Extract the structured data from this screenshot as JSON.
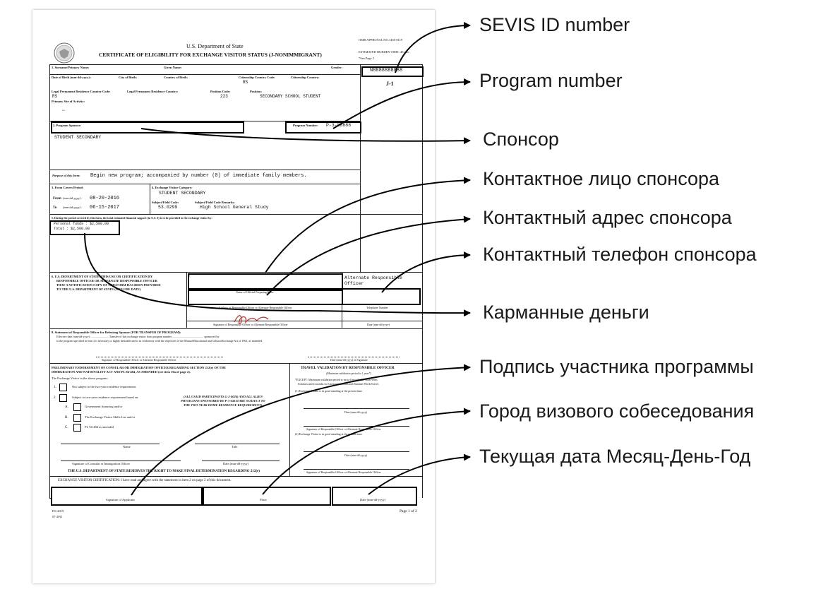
{
  "form": {
    "omb": "OMB APPROVAL NO.1405-0119",
    "burden": "ESTIMATED BURDEN TIME: 45 min",
    "see_page": "*See Page 2",
    "department": "U.S. Department of State",
    "title": "CERTIFICATE OF ELIGIBILITY FOR EXCHANGE VISITOR STATUS (J-NONIMMIGRANT)",
    "sevis_id": "N8888888888",
    "visa_type": "J-1",
    "section1": {
      "surname": "1. Surname/Primary Name:",
      "given": "Given Name:",
      "gender": "Gender:",
      "dob": "Date of Birth (mm-dd-yyyy) :",
      "city_birth": "City of Birth:",
      "country_birth": "Country of Birth:",
      "citizenship_code": "Citizenship Country Code:",
      "citizenship_code_value": "RS",
      "citizenship_country": "Citizenship Country:",
      "lpr_code": "Legal Permanent Residence Country Code:",
      "lpr_code_value": "RS",
      "lpr_country": "Legal Permanent Residence Country:",
      "position_code": "Position Code:",
      "position_code_value": "223",
      "position": "Position:",
      "position_value": "SECONDARY SCHOOL STUDENT",
      "primary_site": "Primary Site of Activity:",
      "primary_site_value": "~"
    },
    "section2": {
      "sponsor_label": "2. Program Sponsor:",
      "program_number_label": "Program Number:",
      "program_number_value": "P-3-88888",
      "sponsor_value": "STUDENT SECONDARY"
    },
    "purpose_label": "Purpose of this form:",
    "purpose_value": "Begin new program; accompanied by number (0) of immediate family members.",
    "section3": {
      "label": "3. Form Covers Period:",
      "from_label": "From",
      "from_fmt": "(mm-dd-yyyy) :",
      "from_value": "08-20-2016",
      "to_label": "To",
      "to_fmt": "(mm-dd-yyyy) :",
      "to_value": "06-15-2017"
    },
    "section4": {
      "label": "4. Exchange Visitor Category:",
      "category_value": "STUDENT SECONDARY",
      "subject_code_label": "Subject/Field Code:",
      "subject_code_value": "53.0299",
      "remarks_label": "Subject/Field Code Remarks:",
      "remarks_value": "High School General Study"
    },
    "section5": {
      "label": "5. During the period covered by this form, the total estimated financial support (in U.S. $) is to be provided to the exchange visitor by:",
      "line1": "Personal funds : $2,500.00",
      "line2": "Total : $2,500.00"
    },
    "section6": {
      "text1": "6. U.S. DEPARTMENT OF STATE: THIS USE OR CERTIFICATION BY",
      "text2": "RESPONSIBLE OFFICER OR ALTERNATE RESPONSIBLE OFFICER",
      "text3": "THAT A NOTIFICATION COPY OF THIS FORM HAS BEEN PROVIDED",
      "text4": "TO THE U.S. DEPARTMENT OF STATE (INCLUDE DATE).",
      "num": "7.",
      "officer_type": "Alternate Responsible Officer",
      "name_caption": "Name of Official Preparing Form",
      "address_caption": "Address of Responsible Officer or Alternate Responsible Officer",
      "phone_caption": "Telephone Number",
      "signature_caption": "Signature of Responsible Officer or Alternate Responsible Officer",
      "date_caption": "Date (mm-dd-yyyy)"
    },
    "section8": {
      "title": "8. Statement of Responsible Officer for Releasing Sponsor (FOR TRANSFER OF PROGRAM):",
      "line1": "Effective date (mm-dd-yyyy): ......................... Transfer of this exchange visitor from program number ............................................ sponsored by",
      "line2": "to the program specified in item 2 is necessary or highly desirable and is in conformity with the objectives of the Mutual Educational and Cultural Exchange Act of 1961, as amended.",
      "sig_caption": "Signature of Responsible Officer or Alternate Responsible Officer",
      "date_caption": "Date (mm-dd-yyyy) of Signature"
    },
    "prelim": {
      "title1": "PRELIMINARY ENDORSEMENT OF CONSULAR OR IMMIGRATION OFFICER REGARDING SECTION 212(e) OF THE",
      "title2": "IMMIGRATION AND NATIONALITY ACT AND PL 94-484, AS AMENDED  (see item 10a of page 2).",
      "intro": "The Exchange Visitor in the above program:",
      "opt1_num": "1.",
      "opt1": "Not subject to the two-year residence requirement.",
      "opt2_num": "2.",
      "opt2": "Subject to two-year residence requirement based on:",
      "subA_letter": "A.",
      "subA": "Government financing and/or",
      "subB_letter": "B.",
      "subB": "The Exchange Visitor Skills List and/or",
      "subC_letter": "C.",
      "subC": "PL 94-484 as amended",
      "note1": "(ALL USAID PARTICIPANTS G-2-0026) AND ALL ALIEN",
      "note2": "PHYSICIANS SPONSORED BY P-3-04310 ARE SUBJECT TO",
      "note3": "THE TWO-YEAR HOME RESIDENCE REQUIREMENT)",
      "name_caption": "Name",
      "title_caption": "Title",
      "sig_caption": "Signature of Consular or Immigration Officer",
      "date_caption": "Date (mm-dd-yyyy)",
      "reserve": "THE U.S. DEPARTMENT OF STATE RESERVES THE RIGHT TO MAKE FINAL DETERMINATION REGARDING 212(e)"
    },
    "travel": {
      "title": "TRAVEL VALIDATION BY RESPONSIBLE OFFICER",
      "subtitle": "(Maximum validation period is 1 year*)",
      "except1": "*EXCEPT:  Maximum validation period is up to 6 months for Short-term",
      "except2": "Scholars and 4 months for Camp Counselors and Summer Work/Travel.",
      "item1": "(1)  Exchange Visitor is in good standing at the present time",
      "date_caption": "Date (mm-dd-yyyy)",
      "sig_caption": "Signature of Responsible Officer or Alternate Responsible Officer",
      "item2": "(2)  Exchange Visitor is in good standing at the present time",
      "date_caption2": "Date (mm-dd-yyyy)",
      "sig_caption2": "Signature of Responsible Officer or Alternate Responsible Officer"
    },
    "ev_cert": {
      "text": "EXCHANGE VISITOR CERTIFICATION: I have read and agree with the statement in item 2 on page 2 of this document.",
      "sig_caption": "Signature of Applicant",
      "place_caption": "Place",
      "date_caption": "Date (mm-dd-yyyy)"
    },
    "footer": {
      "form_id": "DS-2019",
      "date": "07-2011",
      "page": "Page 1 of 2"
    }
  },
  "labels": {
    "sevis": "SEVIS ID number",
    "program": "Program number",
    "sponsor": "Спонсор",
    "contact_person": "Контактное лицо спонсора",
    "contact_address": "Контактный адрес спонсора",
    "contact_phone": "Контактный телефон спонсора",
    "pocket_money": "Карманные деньги",
    "participant_signature": "Подпись участника программы",
    "visa_city": "Город визового собеседования",
    "current_date": "Текущая дата Месяц-День-Год"
  }
}
